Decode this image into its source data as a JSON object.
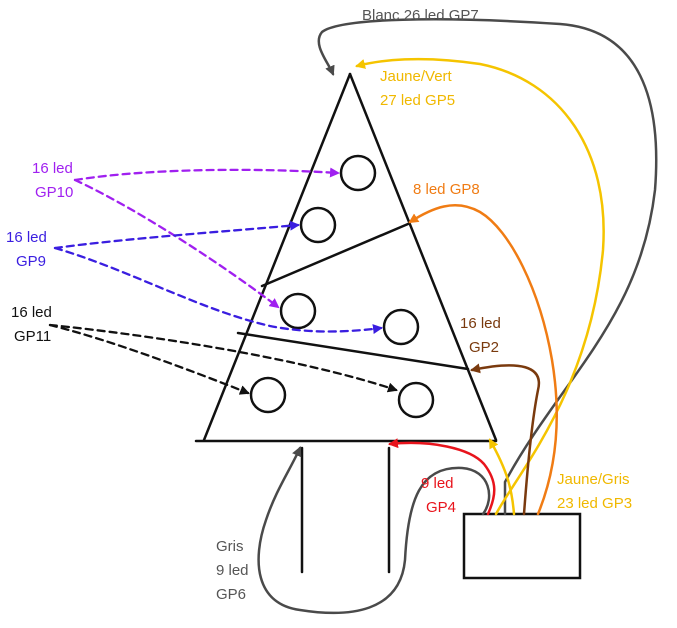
{
  "colors": {
    "black": "#111111",
    "gray": "#4a4a4a",
    "gray_text": "#555555",
    "yellow": "#f5c400",
    "yellow_text": "#f0b800",
    "orange": "#f07c14",
    "brown": "#7a3a0e",
    "red": "#e8141c",
    "purple": "#a020f0",
    "blue": "#3a1ee0"
  },
  "labels": {
    "blanc": "Blanc 26 led GP7",
    "jaune_vert": [
      "Jaune/Vert",
      "27 led GP5"
    ],
    "gp10": [
      "16 led",
      "GP10"
    ],
    "gp9": [
      "16 led",
      "GP9"
    ],
    "gp11": [
      "16 led",
      "GP11"
    ],
    "gp8": "8 led GP8",
    "gp2": [
      "16 led",
      "GP2"
    ],
    "gp4": [
      "9 led",
      "GP4"
    ],
    "jaune_gris": [
      "Jaune/Gris",
      "23 led GP3"
    ],
    "gris": [
      "Gris",
      "9 led",
      "GP6"
    ]
  }
}
